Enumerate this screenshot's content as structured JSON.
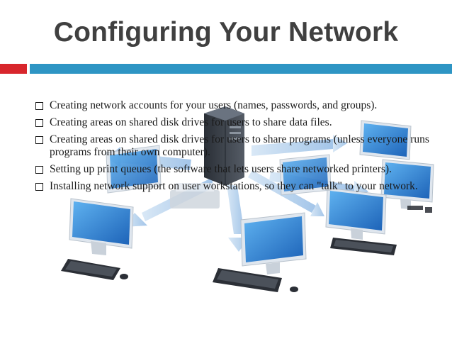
{
  "slide": {
    "title": "Configuring Your Network",
    "bullets": [
      {
        "text": "Creating network accounts for your users (names, passwords, and groups)."
      },
      {
        "text": "Creating areas on shared disk drives for users to share data files."
      },
      {
        "text": "Creating areas on shared disk drives for users to share programs (unless everyone runs programs from their own computer)."
      },
      {
        "text": "Setting up print queues (the software that lets users share networked printers)."
      },
      {
        "text": "Installing network support on user workstations, so they can \"talk\" to your network."
      }
    ],
    "colors": {
      "title": "#404040",
      "accent_red": "#d8262c",
      "accent_blue": "#2e95c4",
      "monitor_blue": "#2a7fd0"
    },
    "illustration": {
      "icon": "network-computers-illustration"
    }
  }
}
